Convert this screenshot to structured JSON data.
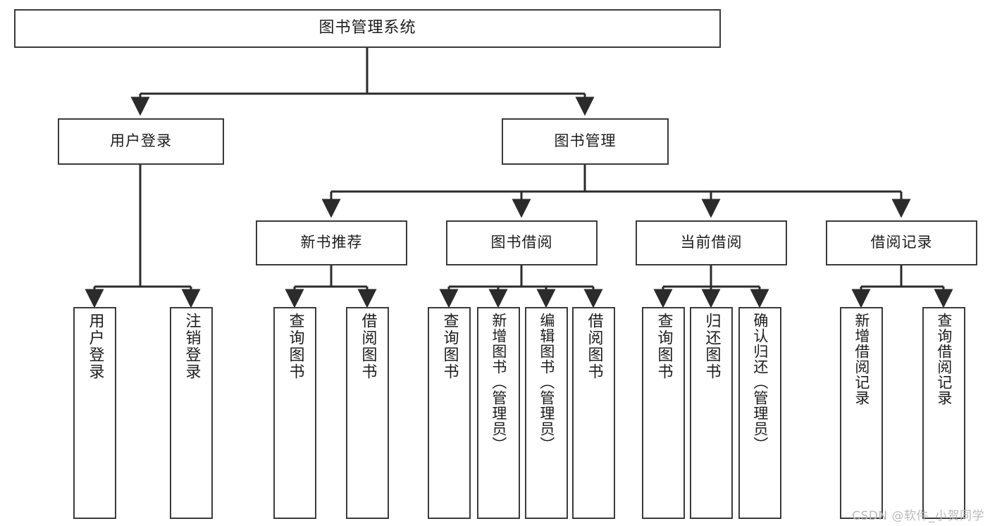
{
  "diagram": {
    "type": "tree",
    "title": "图书管理系统",
    "orientation": "top-down",
    "theme": {
      "background": "#ffffff",
      "box_fill": "#ffffff",
      "box_stroke": "#3b3b3b",
      "connector_stroke": "#2b2b2b",
      "text_color": "#1c1c1c",
      "watermark_color": "#b9b9b9"
    },
    "root": {
      "id": "root",
      "label": "图书管理系统"
    },
    "level2": [
      {
        "id": "user-login",
        "label": "用户登录"
      },
      {
        "id": "book-manage",
        "label": "图书管理"
      }
    ],
    "level3": [
      {
        "id": "new-book-recommend",
        "label": "新书推荐",
        "parent": "book-manage"
      },
      {
        "id": "book-borrow",
        "label": "图书借阅",
        "parent": "book-manage"
      },
      {
        "id": "current-borrow",
        "label": "当前借阅",
        "parent": "book-manage"
      },
      {
        "id": "borrow-record",
        "label": "借阅记录",
        "parent": "book-manage"
      }
    ],
    "leaves": [
      {
        "id": "leaf-user-login",
        "label": "用户登录",
        "parent": "user-login"
      },
      {
        "id": "leaf-user-logout",
        "label": "注销登录",
        "parent": "user-login"
      },
      {
        "id": "leaf-rec-query-book",
        "label": "查询图书",
        "parent": "new-book-recommend"
      },
      {
        "id": "leaf-rec-borrow-book",
        "label": "借阅图书",
        "parent": "new-book-recommend"
      },
      {
        "id": "leaf-borrow-query-book",
        "label": "查询图书",
        "parent": "book-borrow"
      },
      {
        "id": "leaf-borrow-add-book",
        "label": "新增图书（管理员）",
        "parent": "book-borrow"
      },
      {
        "id": "leaf-borrow-edit-book",
        "label": "编辑图书（管理员）",
        "parent": "book-borrow"
      },
      {
        "id": "leaf-borrow-borrow-book",
        "label": "借阅图书",
        "parent": "book-borrow"
      },
      {
        "id": "leaf-cur-query-book",
        "label": "查询图书",
        "parent": "current-borrow"
      },
      {
        "id": "leaf-cur-return-book",
        "label": "归还图书",
        "parent": "current-borrow"
      },
      {
        "id": "leaf-cur-confirm-return",
        "label": "确认归还（管理员）",
        "parent": "current-borrow"
      },
      {
        "id": "leaf-rec-add-record",
        "label": "新增借阅记录",
        "parent": "borrow-record"
      },
      {
        "id": "leaf-rec-query-record",
        "label": "查询借阅记录",
        "parent": "borrow-record"
      }
    ]
  },
  "watermark": {
    "text": "CSDN @软件_小贺同学"
  }
}
